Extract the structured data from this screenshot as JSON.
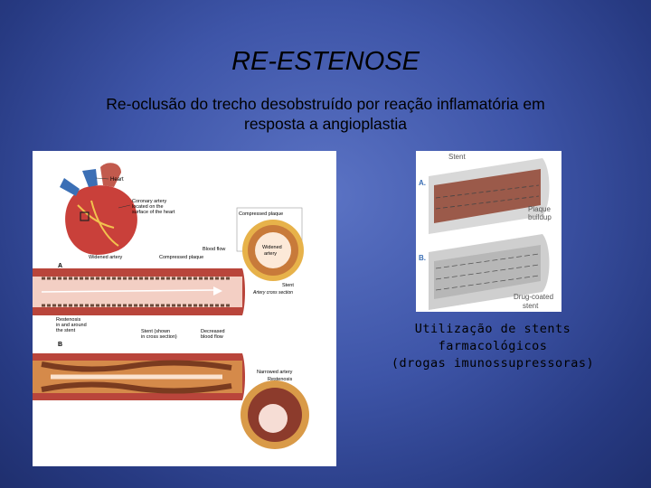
{
  "slide": {
    "title": "RE-ESTENOSE",
    "subtitle_line1": "Re-oclusão do trecho desobstruído por reação inflamatória em",
    "subtitle_line2": "resposta a angioplastia",
    "caption_line1": "Utilização de stents farmacológicos",
    "caption_line2": "(drogas imunossupressoras)"
  },
  "left_figure": {
    "heart": "Heart",
    "coronary_1": "Coronary artery",
    "coronary_2": "located on the",
    "coronary_3": "surface of the heart",
    "compressed_plaque_top": "Compressed plaque",
    "widened_artery_a": "Widened artery",
    "compressed_plaque_a": "Compressed plaque",
    "blood_flow": "Blood flow",
    "widened": "Widened",
    "artery": "artery",
    "stent": "Stent",
    "artery_cross_section": "Artery cross section",
    "restenosis_1": "Restenosis",
    "restenosis_2": "in and around",
    "restenosis_3": "the stent",
    "stent_shown_1": "Stent (shown",
    "stent_shown_2": "in cross section)",
    "decreased_1": "Decreased",
    "decreased_2": "blood flow",
    "narrowed_artery": "Narrowed artery",
    "restenosis_bottom": "Restenosis",
    "label_a": "A",
    "label_b": "B"
  },
  "right_figure": {
    "stent": "Stent",
    "plaque_1": "Plaque",
    "plaque_2": "buildup",
    "drug_1": "Drug-coated",
    "drug_2": "stent",
    "label_a": "A.",
    "label_b": "B."
  }
}
